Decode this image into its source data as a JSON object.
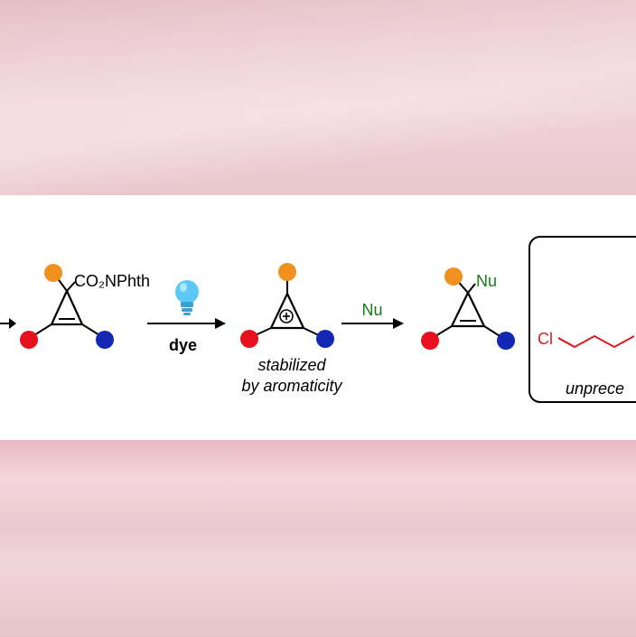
{
  "reagent_group": "CO₂NPhth",
  "catalyst_label": "dye",
  "nucleophile_label": "Nu",
  "nucleophile_label_2": "Nu",
  "caption_line_1": "stabilized",
  "caption_line_2": "by aromaticity",
  "product_atom": "Cl",
  "box_caption": "unprece",
  "colors": {
    "orange": "#f0901f",
    "red": "#e8101e",
    "blue": "#1426b4",
    "green": "#1a7a1a",
    "chlorine": "#d42020",
    "bulb": "#5bc8f5"
  }
}
